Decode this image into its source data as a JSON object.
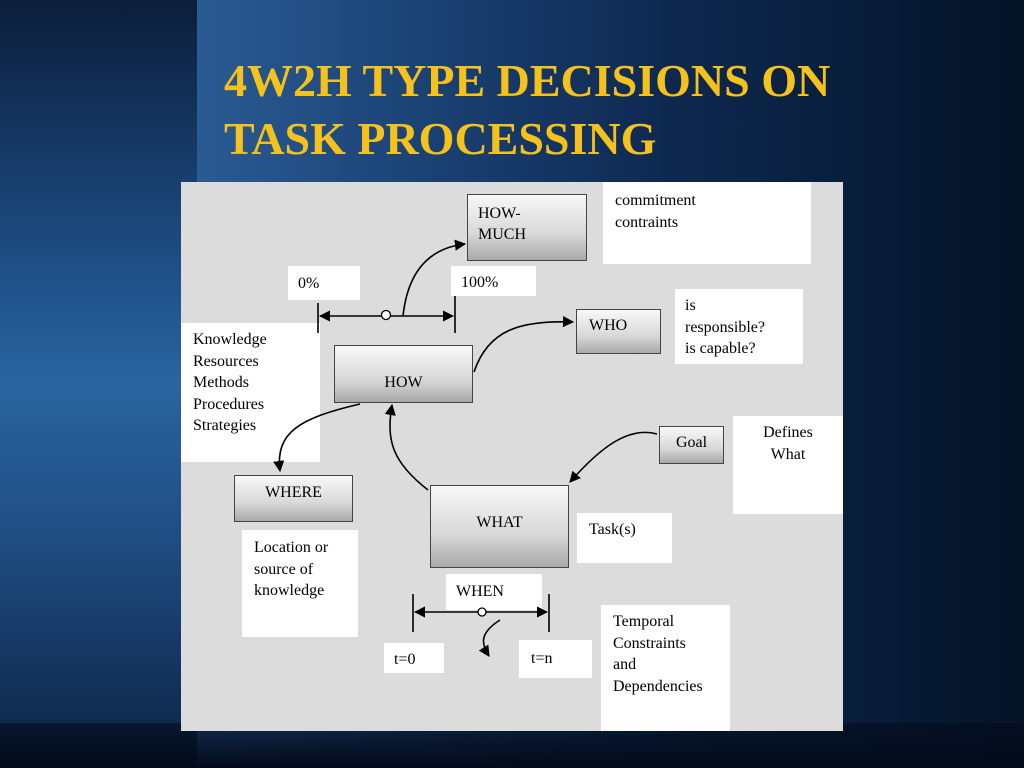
{
  "slide": {
    "title_line1": "4W2H TYPE DECISIONS ON",
    "title_line2": "TASK PROCESSING",
    "title_color": "#f5c11c"
  },
  "diagram": {
    "nodes": {
      "how_much": "HOW-\nMUCH",
      "who": "WHO",
      "how": "HOW",
      "goal": "Goal",
      "where": "WHERE",
      "what": "WHAT",
      "when": "WHEN"
    },
    "notes": {
      "commitment": "commitment\ncontraints",
      "responsibility": "is\nresponsible?\nis capable?",
      "knowledge": "Knowledge\nResources\nMethods\nProcedures\nStrategies",
      "defines_what": "Defines\nWhat",
      "location": "Location or\nsource of\nknowledge",
      "tasks": "Task(s)",
      "temporal": "Temporal\nConstraints\nand\nDependencies"
    },
    "scales": {
      "how_much_min": "0%",
      "how_much_max": "100%",
      "when_start": "t=0",
      "when_end": "t=n"
    }
  }
}
